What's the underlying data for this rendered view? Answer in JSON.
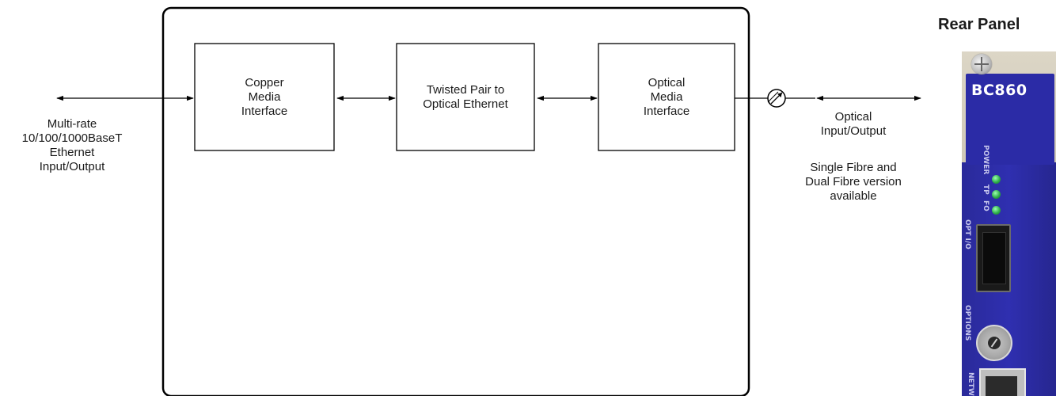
{
  "blocks": {
    "copper": "Copper\nMedia\nInterface",
    "twisted": "Twisted Pair to\nOptical Ethernet",
    "optical": "Optical\nMedia\nInterface"
  },
  "labels": {
    "left_io": "Multi-rate\n10/100/1000BaseT\nEthernet\nInput/Output",
    "optical_io": "Optical\nInput/Output",
    "fibre_note": "Single Fibre and\nDual Fibre version\navailable",
    "rear_panel_title": "Rear Panel"
  },
  "rear_panel": {
    "model": "BC860",
    "power_label": "POWER",
    "tp_label": "TP",
    "fo_label": "FO",
    "opt_label": "OPT I/O",
    "options_label": "OPTIONS",
    "netw_label": "NETW",
    "panel_color": "#2b2ba6",
    "led_color": "#2fb04a"
  },
  "icons": {
    "optical_connector": "optical-connector-icon"
  }
}
